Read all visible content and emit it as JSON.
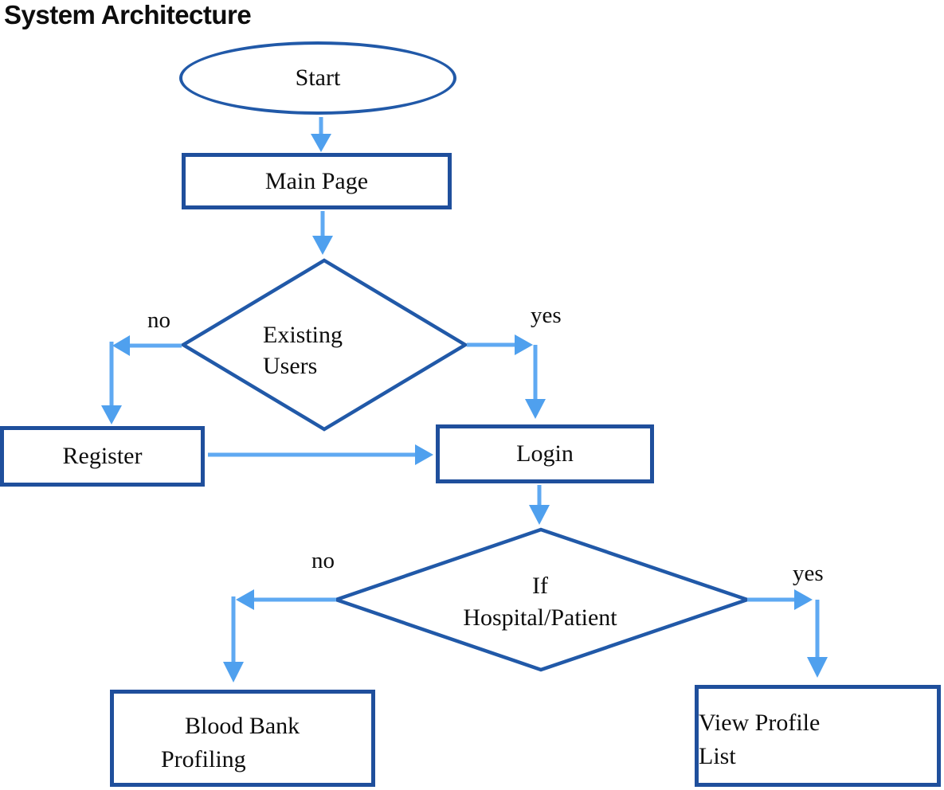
{
  "title": "System Architecture",
  "colors": {
    "rect_border": "#1f4f9c",
    "ellipse_diamond_border": "#2159a8",
    "arrow_line": "#5fa9f2",
    "arrow_head": "#4fa0ee",
    "text": "#0d0d0d"
  },
  "nodes": {
    "start": {
      "type": "terminator",
      "label": "Start"
    },
    "main_page": {
      "type": "process",
      "label": "Main Page"
    },
    "existing_users": {
      "type": "decision",
      "lines": [
        "Existing",
        "Users"
      ]
    },
    "register": {
      "type": "process",
      "label": "Register"
    },
    "login": {
      "type": "process",
      "label": "Login"
    },
    "if_hospital_patient": {
      "type": "decision",
      "lines": [
        "If",
        "Hospital/Patient"
      ]
    },
    "blood_bank_profiling": {
      "type": "process",
      "lines": [
        "Blood Bank",
        "Profiling"
      ]
    },
    "view_profile_list": {
      "type": "process",
      "lines": [
        "View Profile",
        "List"
      ]
    }
  },
  "edges": [
    {
      "from": "Start",
      "to": "Main Page",
      "label": ""
    },
    {
      "from": "Main Page",
      "to": "Existing Users",
      "label": ""
    },
    {
      "from": "Existing Users",
      "to": "Register",
      "label": "no"
    },
    {
      "from": "Existing Users",
      "to": "Login",
      "label": "yes"
    },
    {
      "from": "Register",
      "to": "Login",
      "label": ""
    },
    {
      "from": "Login",
      "to": "If Hospital/Patient",
      "label": ""
    },
    {
      "from": "If Hospital/Patient",
      "to": "Blood Bank Profiling",
      "label": "no"
    },
    {
      "from": "If Hospital/Patient",
      "to": "View Profile List",
      "label": "yes"
    }
  ]
}
